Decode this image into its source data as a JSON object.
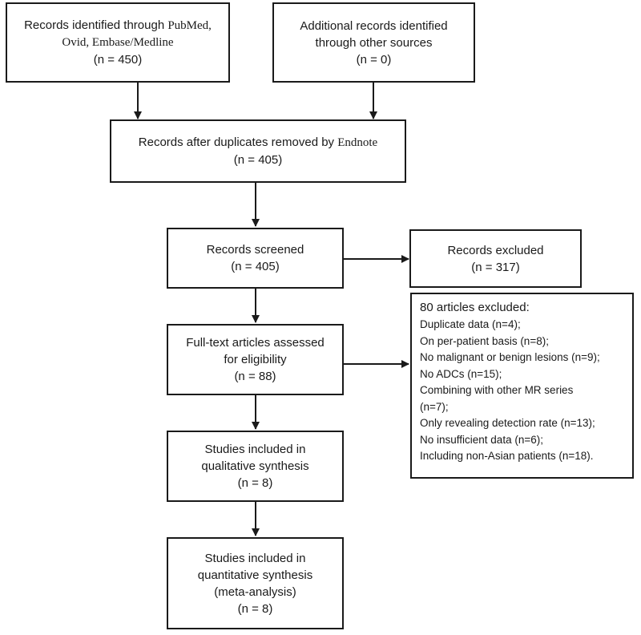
{
  "boxes": {
    "identified": {
      "line1": "Records identified through ",
      "line1_serif": "PubMed,",
      "line2_serif": "Ovid, Embase/Medline",
      "line3": "(n = 450)"
    },
    "additional": {
      "line1": "Additional records identified",
      "line2": "through other sources",
      "line3": "(n = 0)"
    },
    "duplicates": {
      "line1": "Records after duplicates removed by ",
      "line1_serif": "Endnote",
      "line2": "(n = 405)"
    },
    "screened": {
      "line1": "Records screened",
      "line2": "(n = 405)"
    },
    "excluded": {
      "line1": "Records excluded",
      "line2": "(n = 317)"
    },
    "fulltext": {
      "line1": "Full-text articles assessed",
      "line2": "for eligibility",
      "line3": "(n = 88)"
    },
    "qualitative": {
      "line1": "Studies included in",
      "line2": "qualitative synthesis",
      "line3": "(n = 8)"
    },
    "quantitative": {
      "line1": "Studies included in",
      "line2": "quantitative synthesis",
      "line3": "(meta-analysis)",
      "line4": "(n = 8)"
    }
  },
  "articles_excluded": {
    "title": "80 articles excluded:",
    "items": [
      "Duplicate data (n=4);",
      "On per-patient basis (n=8);",
      "No malignant or benign lesions (n=9);",
      "No ADCs (n=15);",
      "Combining with other MR series",
      "(n=7);",
      "Only revealing detection rate (n=13);",
      "No insufficient data (n=6);",
      "Including non-Asian patients (n=18)."
    ]
  }
}
